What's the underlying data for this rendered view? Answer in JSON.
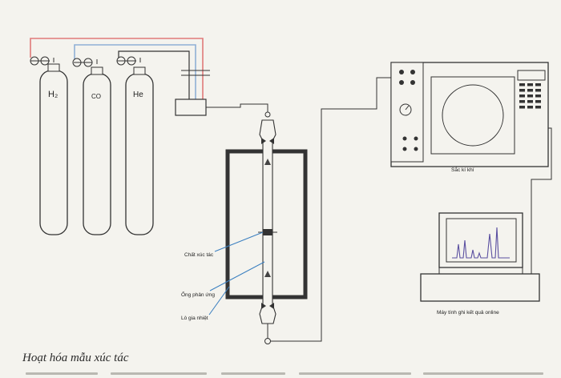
{
  "cylinders": [
    {
      "label": "H₂"
    },
    {
      "label": "CO"
    },
    {
      "label": "He"
    }
  ],
  "labels": {
    "catalyst": "Chất xúc tác",
    "reaction_tube": "Ống phản ứng",
    "furnace": "Lò gia nhiệt",
    "gas_chromatograph": "Sắc kí khí",
    "computer": "Máy tính ghi kết quả online"
  },
  "caption": "Hoạt hóa mẫu xúc tác",
  "colors": {
    "h2_line": "#e07a7a",
    "co_line": "#8fb0d6",
    "ink": "#333333"
  }
}
